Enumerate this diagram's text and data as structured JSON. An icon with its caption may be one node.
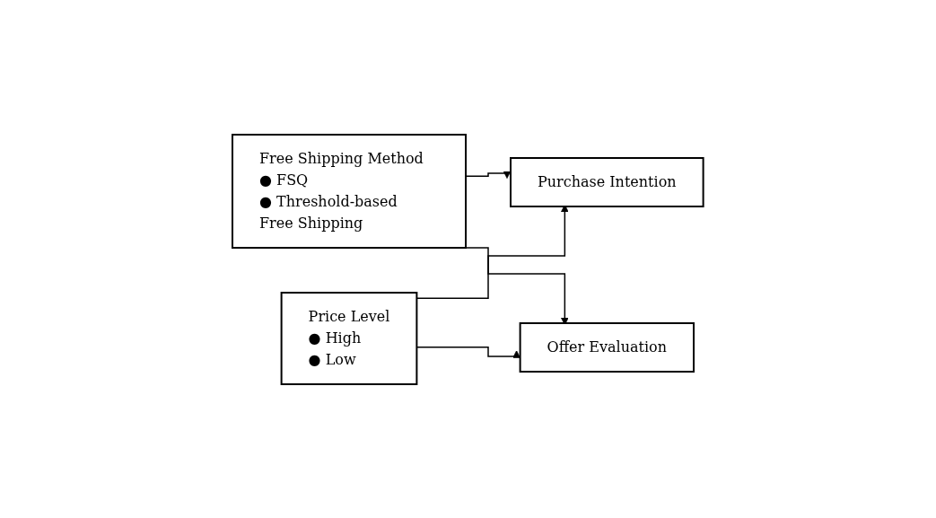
{
  "diagram": {
    "nodes": [
      {
        "text": [
          "Free Shipping Method",
          "● FSQ",
          "● Threshold-based Free Shipping"
        ]
      },
      {
        "text": [
          "Price Level",
          "● High",
          "● Low"
        ]
      },
      {
        "text": [
          "Purchase Intention"
        ]
      },
      {
        "text": [
          "Offer Evaluation"
        ]
      }
    ],
    "edges": [
      {
        "from": 0,
        "to": 2,
        "arrow": "to"
      },
      {
        "from": 0,
        "to": 3,
        "arrow": "to"
      },
      {
        "from": 1,
        "to": 2,
        "arrow": "to"
      },
      {
        "from": 1,
        "to": 3,
        "arrow": "to"
      }
    ]
  }
}
